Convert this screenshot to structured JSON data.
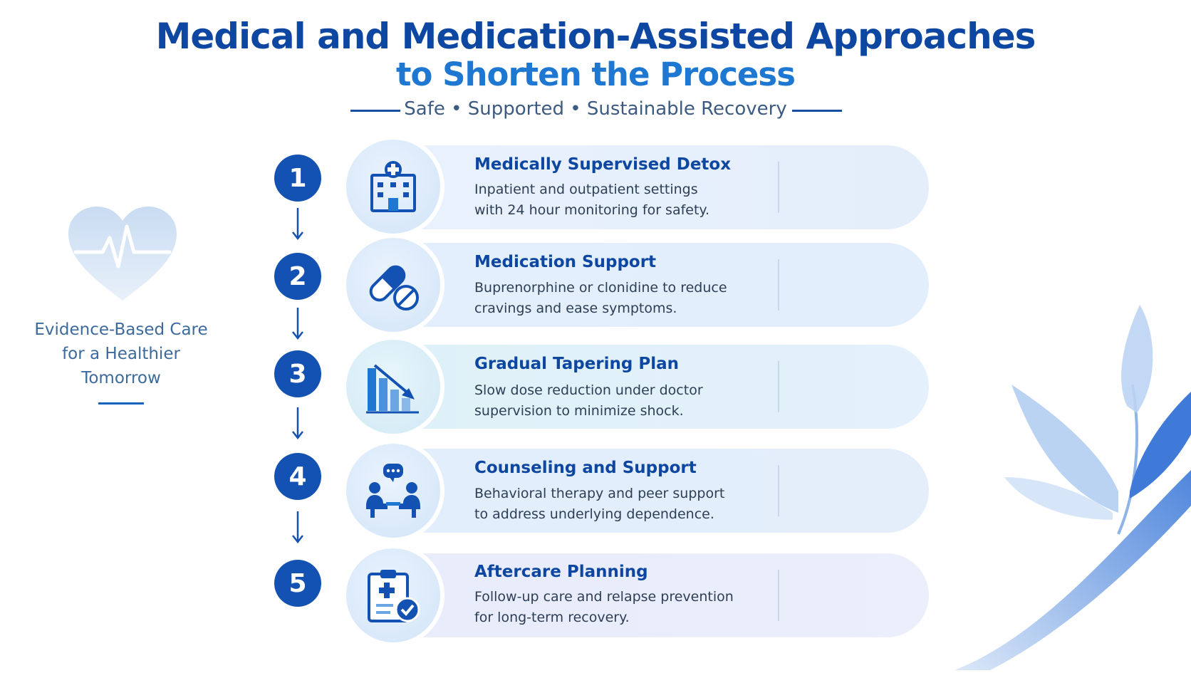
{
  "header": {
    "title_line1": "Medical and Medication-Assisted Approaches",
    "title_line2": "to Shorten the Process",
    "subtitle": "Safe • Supported • Sustainable Recovery"
  },
  "side": {
    "tagline_lines": [
      "Evidence-Based Care",
      "for a Healthier",
      "Tomorrow"
    ],
    "icon": "heart-pulse-icon"
  },
  "colors": {
    "primary": "#1352b2",
    "title_dark": "#0d47a1",
    "title_light": "#1e78d2",
    "card_bg": "#e6f0fc",
    "card_bg_alt": "#e3f3fa"
  },
  "steps": [
    {
      "number": "1",
      "title": "Medically Supervised Detox",
      "desc_lines": [
        "Inpatient and outpatient settings",
        "with 24 hour monitoring for safety."
      ],
      "icon": "hospital-icon"
    },
    {
      "number": "2",
      "title": "Medication Support",
      "desc_lines": [
        "Buprenorphine or clonidine to reduce",
        "cravings and ease symptoms."
      ],
      "icon": "pill-capsule-icon"
    },
    {
      "number": "3",
      "title": "Gradual Tapering Plan",
      "desc_lines": [
        "Slow dose reduction under doctor",
        "supervision to minimize shock."
      ],
      "icon": "declining-bar-chart-icon"
    },
    {
      "number": "4",
      "title": "Counseling and Support",
      "desc_lines": [
        "Behavioral therapy and peer support",
        "to address underlying dependence."
      ],
      "icon": "counseling-people-icon"
    },
    {
      "number": "5",
      "title": "Aftercare Planning",
      "desc_lines": [
        "Follow-up care and relapse prevention",
        "for long-term recovery."
      ],
      "icon": "clipboard-check-icon"
    }
  ]
}
